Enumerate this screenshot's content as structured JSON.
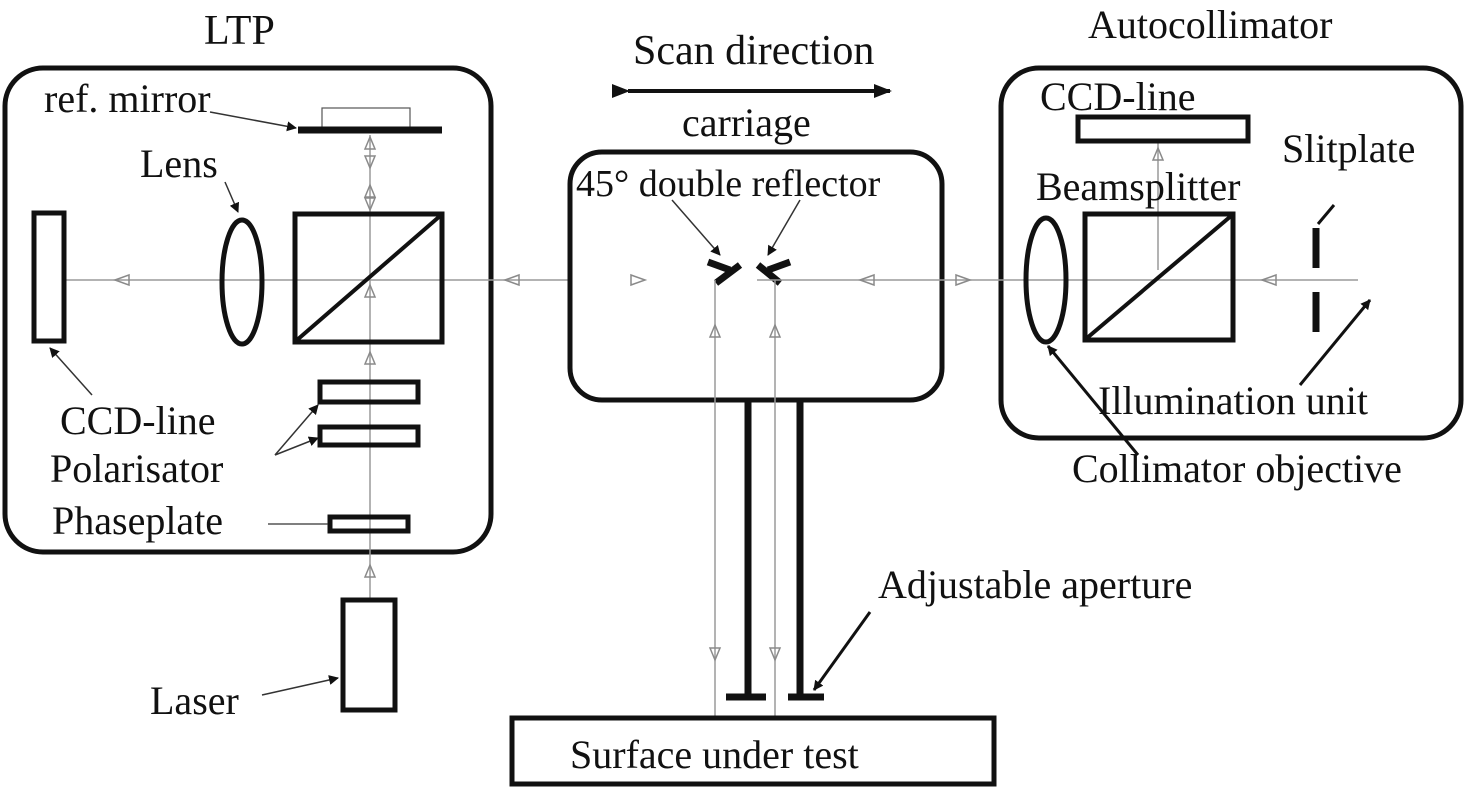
{
  "labels": {
    "ltp": "LTP",
    "ref_mirror": "ref. mirror",
    "lens": "Lens",
    "ccd_line_left": "CCD-line",
    "polarisator": "Polarisator",
    "phaseplate": "Phaseplate",
    "laser": "Laser",
    "scan_direction": "Scan direction",
    "carriage": "carriage",
    "double_reflector": "45° double reflector",
    "adjustable_aperture": "Adjustable aperture",
    "surface_under_test": "Surface under test",
    "autocollimator": "Autocollimator",
    "ccd_line_right": "CCD-line",
    "slitplate": "Slitplate",
    "beamsplitter": "Beamsplitter",
    "illumination_unit": "Illumination unit",
    "collimator_objective": "Collimator objective"
  }
}
